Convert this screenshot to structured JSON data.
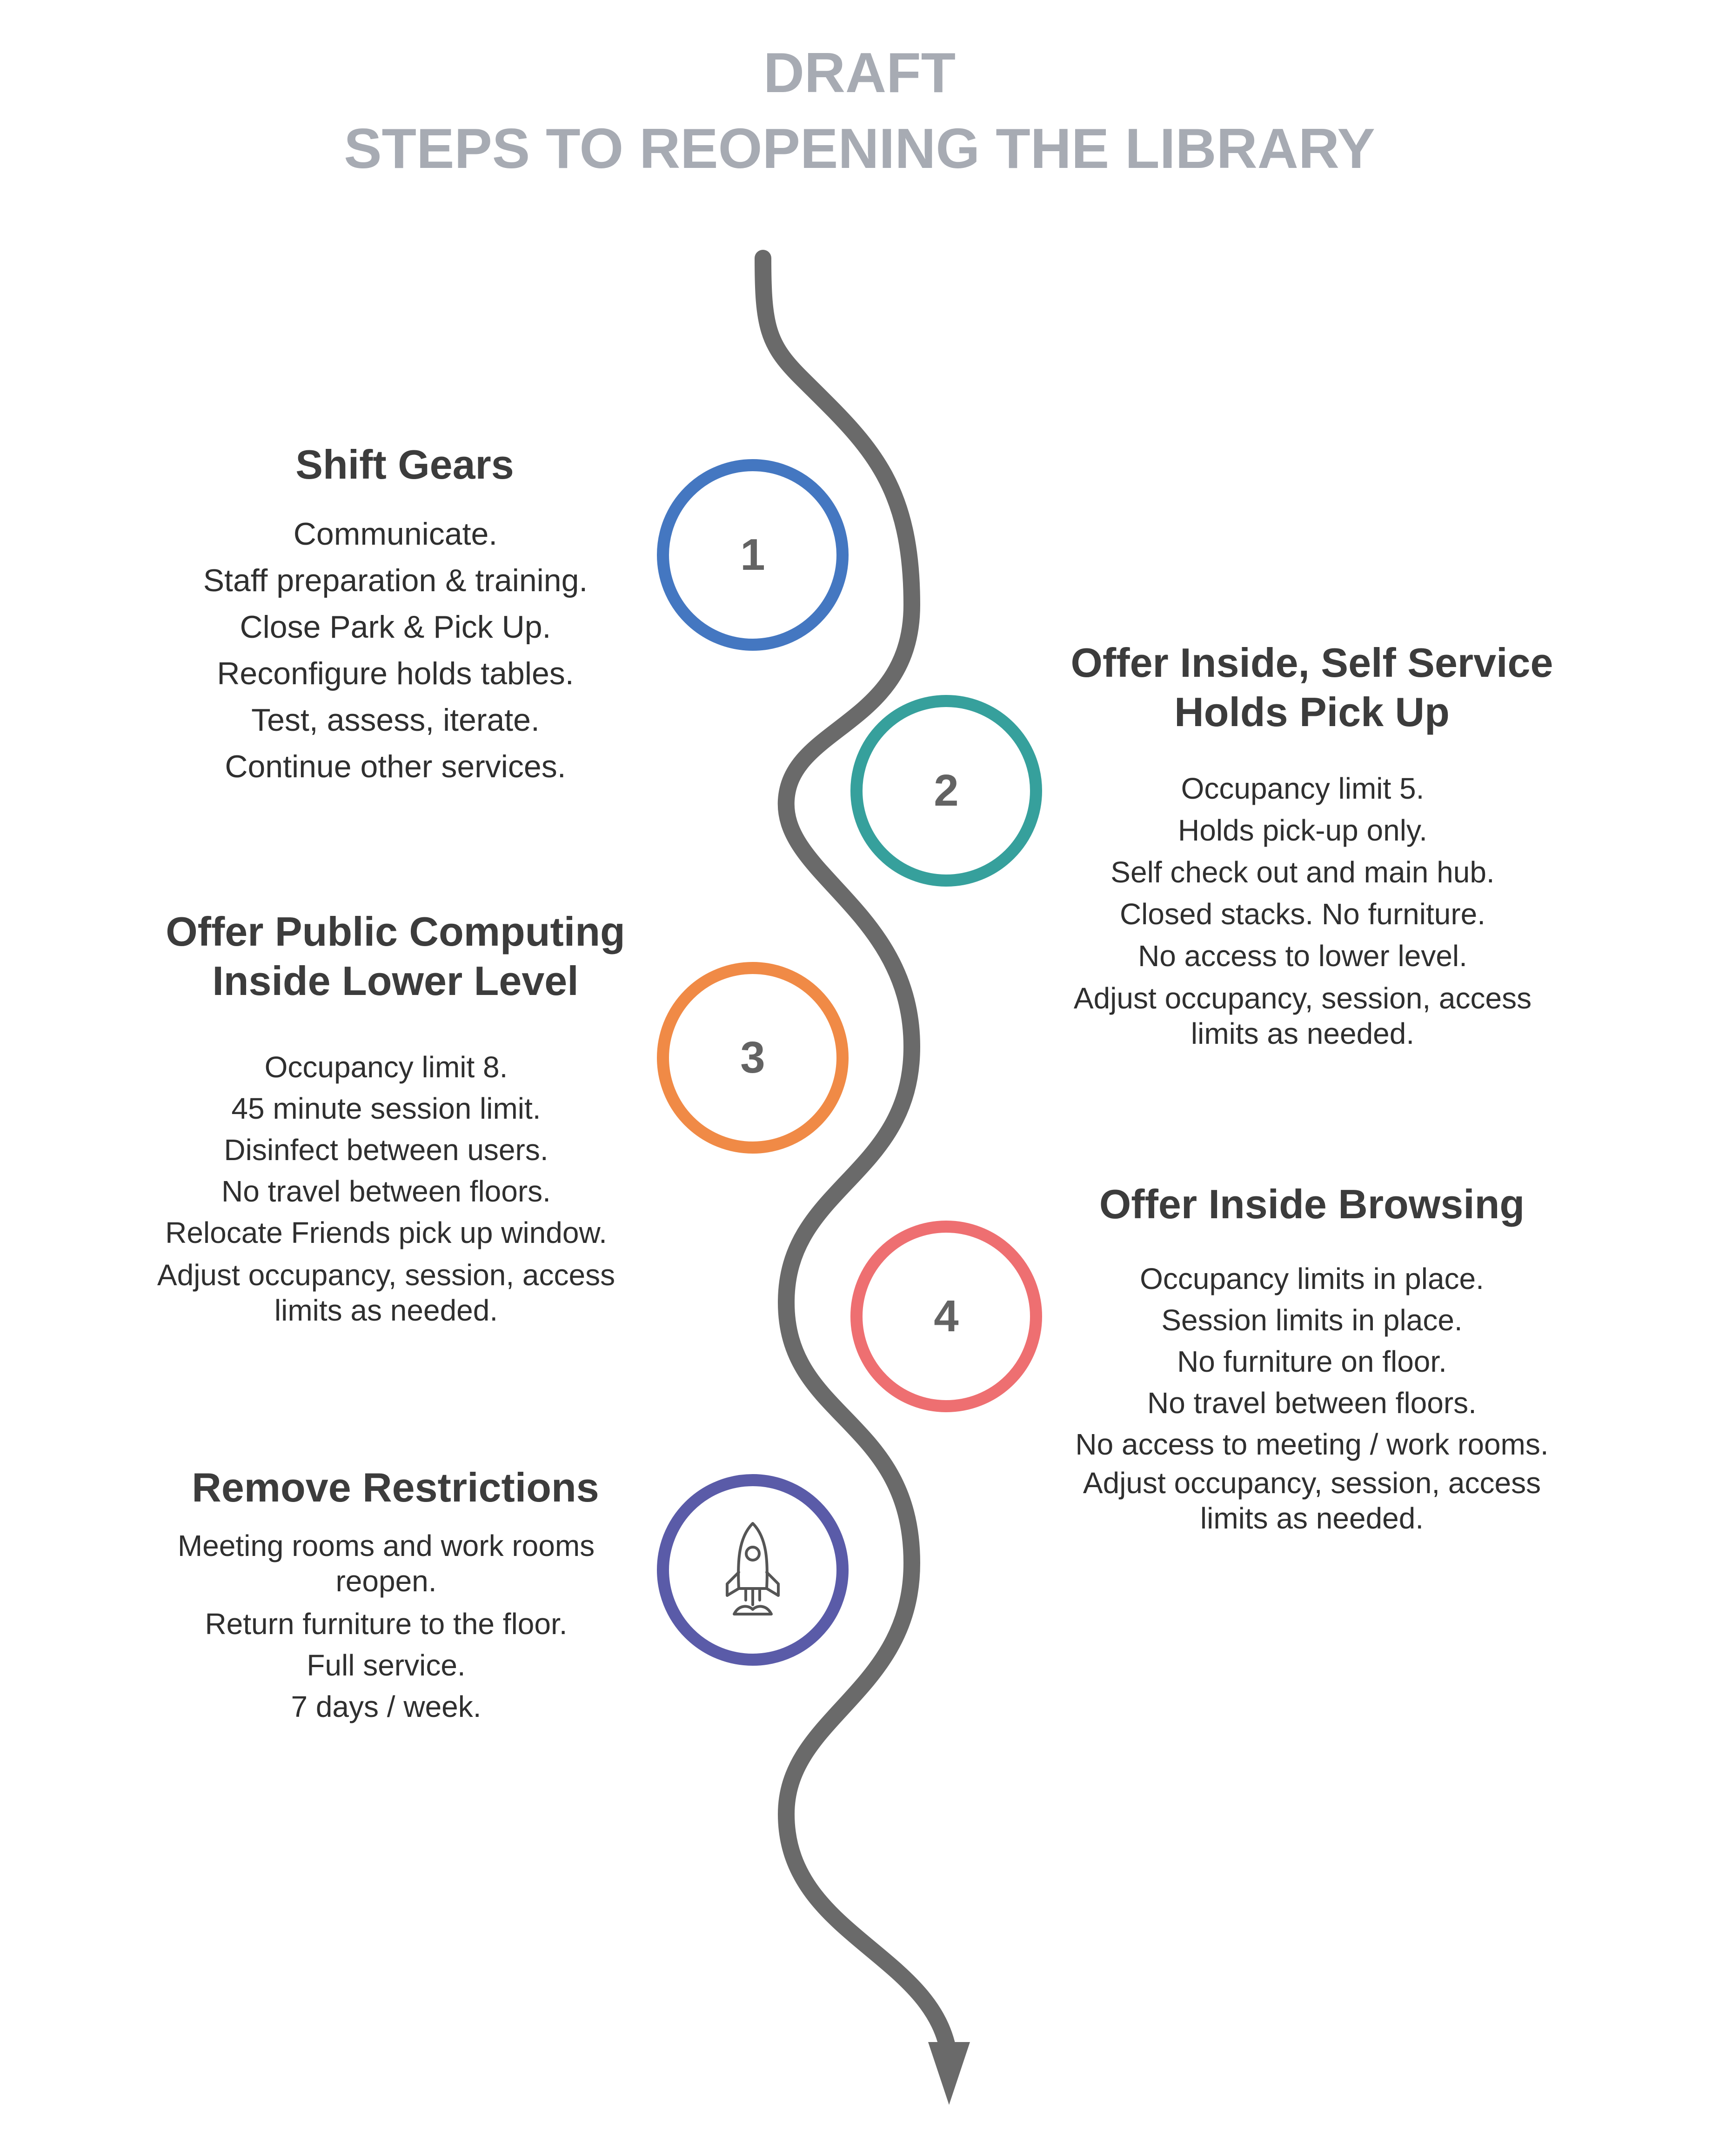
{
  "header": {
    "draft": "DRAFT",
    "title": "STEPS TO REOPENING THE LIBRARY"
  },
  "colors": {
    "path": "#6a6a6a",
    "step1": "#4477c1",
    "step2": "#36a09c",
    "step3": "#f08a46",
    "step4": "#ee6f71",
    "step5": "#5a5ba8"
  },
  "steps": [
    {
      "number": "1",
      "title": "Shift Gears",
      "items": [
        "Communicate.",
        "Staff preparation & training.",
        "Close Park & Pick Up.",
        "Reconfigure holds tables.",
        "Test, assess, iterate.",
        "Continue other services."
      ]
    },
    {
      "number": "2",
      "title_line1": "Offer Inside, Self Service",
      "title_line2": "Holds Pick Up",
      "items": [
        "Occupancy limit 5.",
        "Holds pick-up only.",
        "Self check out and main hub.",
        "Closed stacks. No furniture.",
        "No access to lower level."
      ],
      "note_line1": "Adjust occupancy, session, access",
      "note_line2": "limits as needed."
    },
    {
      "number": "3",
      "title_line1": "Offer Public Computing",
      "title_line2": "Inside Lower Level",
      "items": [
        "Occupancy limit 8.",
        "45 minute session limit.",
        "Disinfect between users.",
        "No travel between floors.",
        "Relocate Friends pick up window."
      ],
      "note_line1": "Adjust occupancy, session, access",
      "note_line2": "limits as needed."
    },
    {
      "number": "4",
      "title": "Offer Inside Browsing",
      "items": [
        "Occupancy limits in place.",
        "Session limits in place.",
        "No furniture on floor.",
        "No travel between floors.",
        "No access to meeting / work rooms."
      ],
      "note_line1": "Adjust occupancy, session, access",
      "note_line2": "limits as needed."
    },
    {
      "icon": "rocket-icon",
      "title": "Remove Restrictions",
      "item1_line1": "Meeting rooms and work rooms",
      "item1_line2": "reopen.",
      "items": [
        "Return furniture to the floor.",
        "Full service.",
        "7 days / week."
      ]
    }
  ]
}
